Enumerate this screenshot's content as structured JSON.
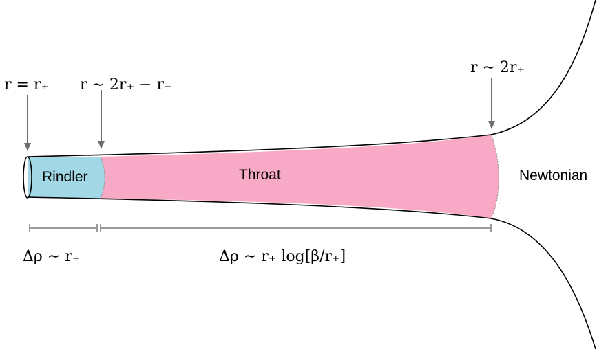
{
  "labels": {
    "horizon": "r = r₊",
    "inner_boundary": "r ∼ 2r₊ − r₋",
    "outer_boundary": "r ∼ 2r₊",
    "rindler_width": "Δρ ∼ r₊",
    "throat_width": "Δρ ∼ r₊ log[β/r₊]"
  },
  "regions": {
    "rindler": "Rindler",
    "throat": "Throat",
    "newtonian": "Newtonian"
  },
  "colors": {
    "rindler_fill": "#a2d8e6",
    "throat_fill": "#f7a9c6",
    "outline": "#000000",
    "arrow": "#6e6e6e",
    "bracket": "#9a9a9a"
  }
}
